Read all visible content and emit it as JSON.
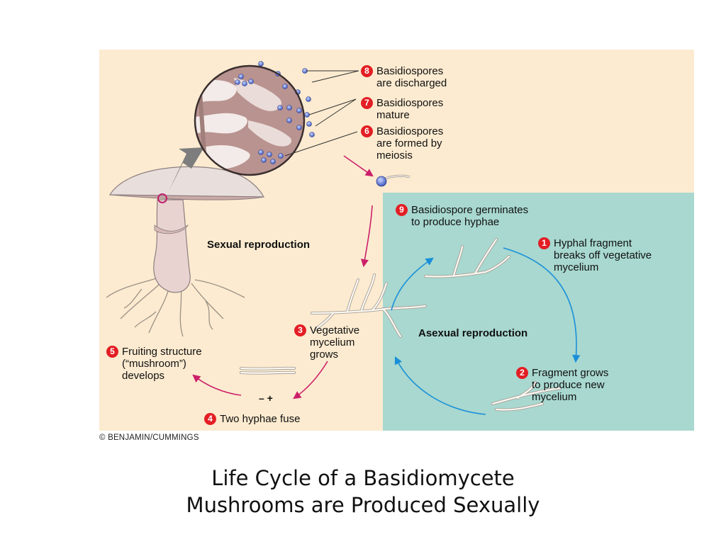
{
  "steps": [
    {
      "num": "1",
      "text": "Hyphal fragment\nbreaks off vegetative\nmycelium"
    },
    {
      "num": "2",
      "text": "Fragment grows\nto produce new\nmycelium"
    },
    {
      "num": "3",
      "text": "Vegetative\nmycelium\ngrows"
    },
    {
      "num": "4",
      "text": "Two hyphae fuse"
    },
    {
      "num": "5",
      "text": "Fruiting structure\n(“mushroom”)\ndevelops"
    },
    {
      "num": "6",
      "text": "Basidiospores\nare formed by\nmeiosis"
    },
    {
      "num": "7",
      "text": "Basidiospores\nmature"
    },
    {
      "num": "8",
      "text": "Basidiospores\nare discharged"
    },
    {
      "num": "9",
      "text": "Basidiospore germinates\nto produce hyphae"
    }
  ],
  "headings": {
    "sexual": "Sexual reproduction",
    "asexual": "Asexual reproduction"
  },
  "fuse_signs": "– +",
  "copyright": "© BENJAMIN/CUMMINGS",
  "title": {
    "line1": "Life Cycle of a Basidiomycete",
    "line2": "Mushrooms are Produced Sexually"
  },
  "colors": {
    "sexual_bg": "#fcebd0",
    "asexual_bg": "#a8d8d0",
    "step_badge": "#e31e24",
    "sexual_arrow": "#cc1f6a",
    "asexual_arrow": "#1a8fd8"
  }
}
